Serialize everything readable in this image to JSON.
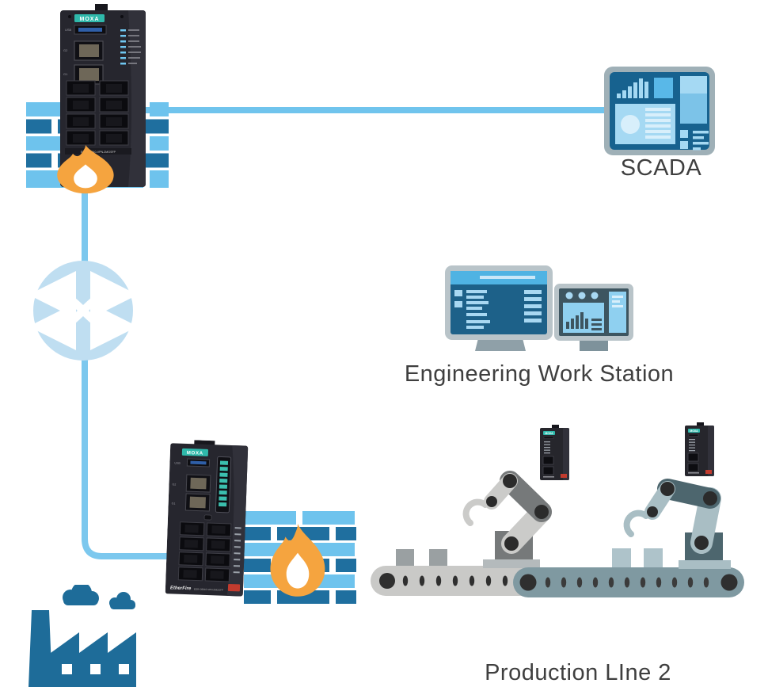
{
  "labels": {
    "scada": "SCADA",
    "workstation": "Engineering Work Station",
    "production_line": "Production LIne 2"
  },
  "devices": {
    "router_top": {
      "brand": "MOXA",
      "model": "EDR-G9010-VPN-2MGSFP"
    },
    "router_bottom": {
      "brand": "MOXA",
      "series": "EtherFire",
      "model": "EDR-G9010-VPN-2MGSFP"
    },
    "field_router_1": {
      "brand": "MOXA"
    },
    "field_router_2": {
      "brand": "MOXA"
    }
  },
  "connections": [
    {
      "from": "secure-router-top",
      "to": "scada"
    },
    {
      "from": "secure-router-top",
      "to": "network-switch"
    },
    {
      "from": "network-switch",
      "to": "secure-router-bottom"
    }
  ],
  "icons": [
    "firewall-brick-wall-icon",
    "flame-icon",
    "network-switch-icon",
    "scada-panel-icon",
    "workstation-monitors-icon",
    "factory-icon",
    "robot-arm-icon",
    "conveyor-belt-icon"
  ],
  "colors": {
    "background": "#ffffff",
    "link_line": "#70c4ed",
    "brick_light": "#6ec3ed",
    "brick_dark": "#1f6f9f",
    "flame_orange": "#f5a43f",
    "flame_core": "#ffffff",
    "switch_circle": "#bfdef1",
    "factory_blue": "#1e6c99",
    "label_text": "#3f3f3f",
    "device_body": "#26262c",
    "brand_teal": "#2fb9ab",
    "screen_dark_blue": "#17628f",
    "screen_light_blue": "#a5d9f3",
    "screen_mid_blue": "#59b8e8",
    "monitor_frame": "#b9c4c9",
    "monitor_slate": "#3d5560",
    "conveyor_left": "#c9c9c7",
    "conveyor_right": "#7f99a1",
    "robot_left_light": "#cbcbc9",
    "robot_left_dark": "#76797a",
    "robot_right_light": "#a9bec4",
    "robot_right_dark": "#4d666e"
  }
}
